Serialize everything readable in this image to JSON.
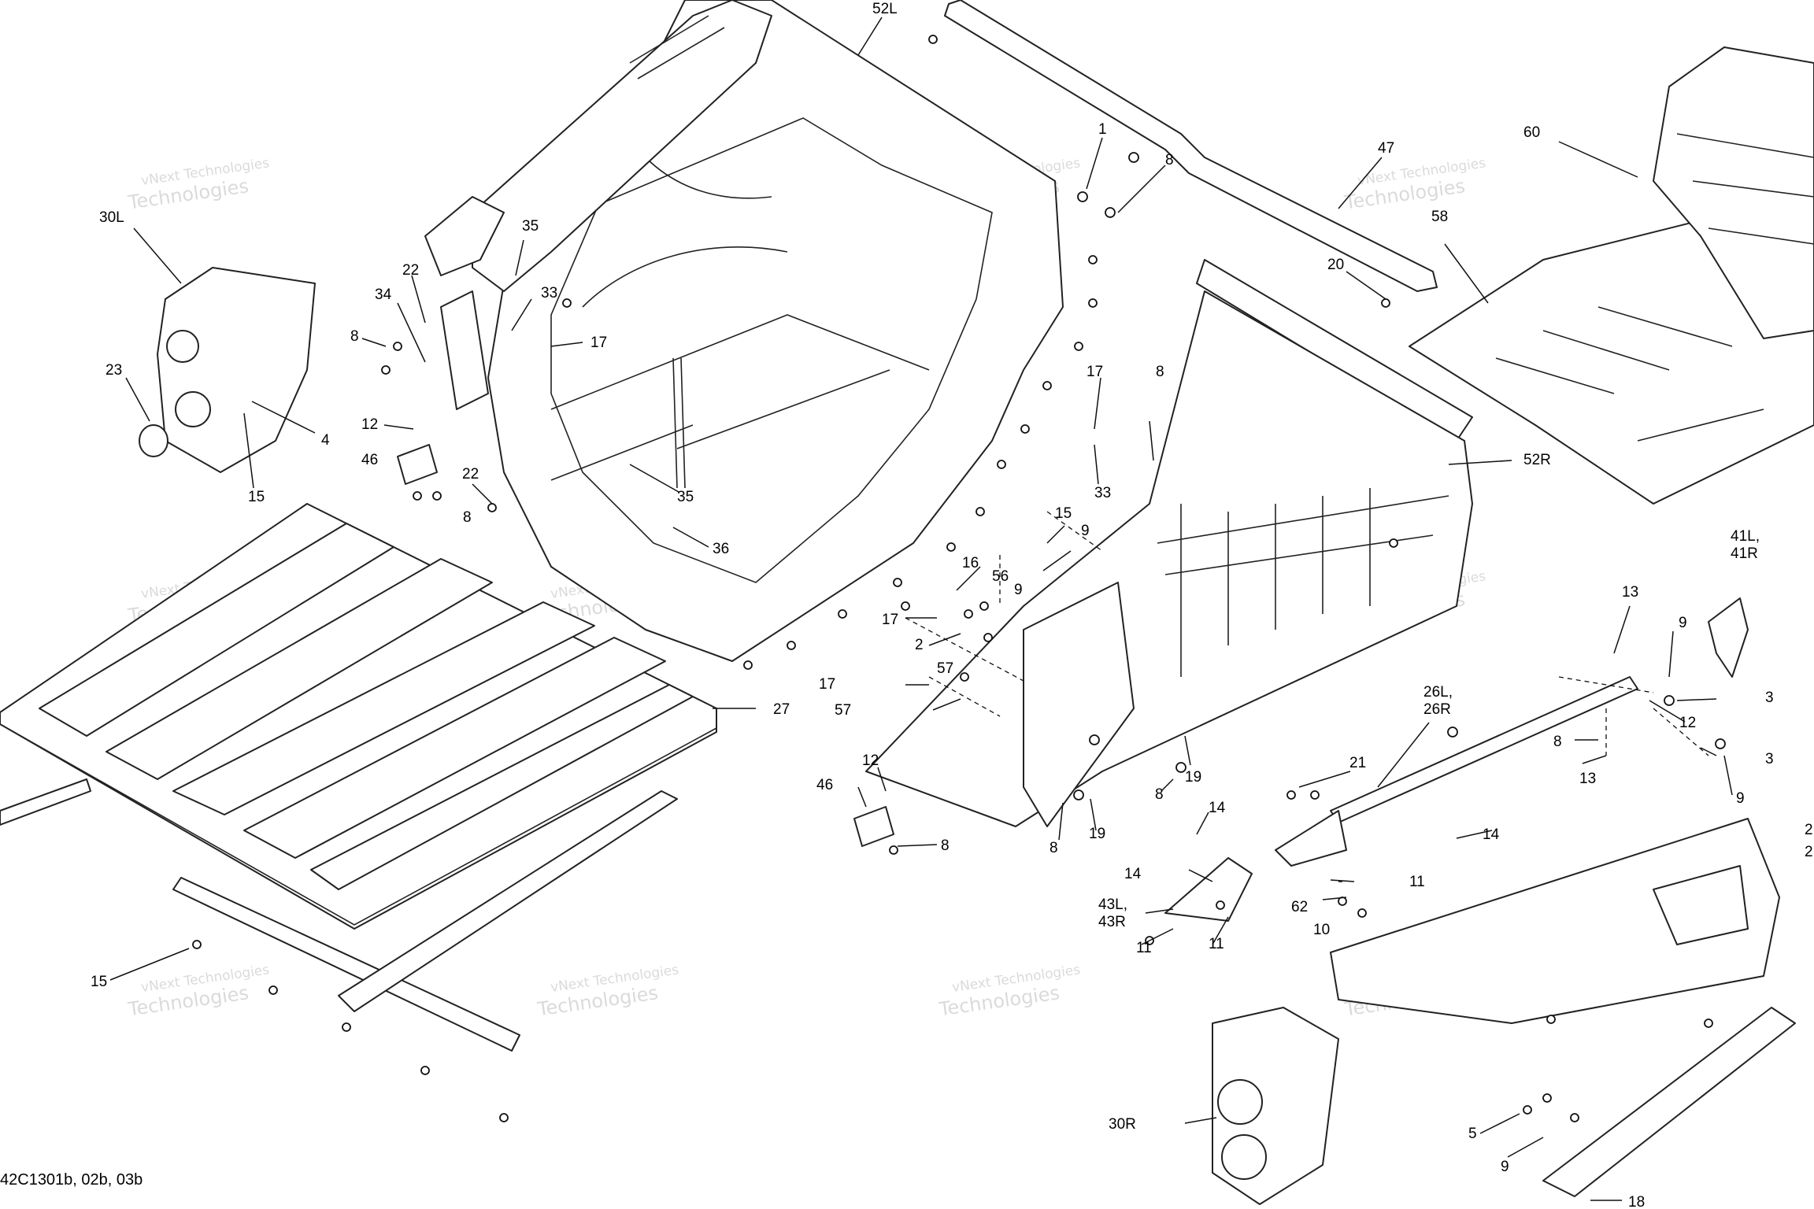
{
  "diagram": {
    "reference_code": "42C1301b, 02b, 03b",
    "watermark": {
      "line1": "vNext Technologies",
      "line2": "Technologies"
    },
    "callouts": [
      {
        "id": "c-52L",
        "text": "52L"
      },
      {
        "id": "c-1",
        "text": "1"
      },
      {
        "id": "c-8a",
        "text": "8"
      },
      {
        "id": "c-47",
        "text": "47"
      },
      {
        "id": "c-60",
        "text": "60"
      },
      {
        "id": "c-58",
        "text": "58"
      },
      {
        "id": "c-20",
        "text": "20"
      },
      {
        "id": "c-30L",
        "text": "30L"
      },
      {
        "id": "c-35a",
        "text": "35"
      },
      {
        "id": "c-22a",
        "text": "22"
      },
      {
        "id": "c-34",
        "text": "34"
      },
      {
        "id": "c-33a",
        "text": "33"
      },
      {
        "id": "c-17a",
        "text": "17"
      },
      {
        "id": "c-8b",
        "text": "8"
      },
      {
        "id": "c-23",
        "text": "23"
      },
      {
        "id": "c-4",
        "text": "4"
      },
      {
        "id": "c-15a",
        "text": "15"
      },
      {
        "id": "c-12a",
        "text": "12"
      },
      {
        "id": "c-46a",
        "text": "46"
      },
      {
        "id": "c-22b",
        "text": "22"
      },
      {
        "id": "c-8c",
        "text": "8"
      },
      {
        "id": "c-35b",
        "text": "35"
      },
      {
        "id": "c-36",
        "text": "36"
      },
      {
        "id": "c-17b",
        "text": "17"
      },
      {
        "id": "c-8d",
        "text": "8"
      },
      {
        "id": "c-33b",
        "text": "33"
      },
      {
        "id": "c-52R",
        "text": "52R"
      },
      {
        "id": "c-15b",
        "text": "15"
      },
      {
        "id": "c-9a",
        "text": "9"
      },
      {
        "id": "c-16",
        "text": "16"
      },
      {
        "id": "c-56",
        "text": "56"
      },
      {
        "id": "c-9b",
        "text": "9"
      },
      {
        "id": "c-17c",
        "text": "17"
      },
      {
        "id": "c-2",
        "text": "2"
      },
      {
        "id": "c-57a",
        "text": "57"
      },
      {
        "id": "c-17d",
        "text": "17"
      },
      {
        "id": "c-57b",
        "text": "57"
      },
      {
        "id": "c-27",
        "text": "27"
      },
      {
        "id": "c-41",
        "text": "41L,\n41R"
      },
      {
        "id": "c-13a",
        "text": "13"
      },
      {
        "id": "c-9c",
        "text": "9"
      },
      {
        "id": "c-3a",
        "text": "3"
      },
      {
        "id": "c-26",
        "text": "26L,\n26R"
      },
      {
        "id": "c-12b",
        "text": "12"
      },
      {
        "id": "c-8e",
        "text": "8"
      },
      {
        "id": "c-3b",
        "text": "3"
      },
      {
        "id": "c-13b",
        "text": "13"
      },
      {
        "id": "c-9d",
        "text": "9"
      },
      {
        "id": "c-21",
        "text": "21"
      },
      {
        "id": "c-19a",
        "text": "19"
      },
      {
        "id": "c-8f",
        "text": "8"
      },
      {
        "id": "c-12c",
        "text": "12"
      },
      {
        "id": "c-46b",
        "text": "46"
      },
      {
        "id": "c-8g",
        "text": "8"
      },
      {
        "id": "c-8h",
        "text": "8"
      },
      {
        "id": "c-19b",
        "text": "19"
      },
      {
        "id": "c-14a",
        "text": "14"
      },
      {
        "id": "c-14b",
        "text": "14"
      },
      {
        "id": "c-14c",
        "text": "14"
      },
      {
        "id": "c-11a",
        "text": "11"
      },
      {
        "id": "c-43",
        "text": "43L,\n43R"
      },
      {
        "id": "c-62",
        "text": "62"
      },
      {
        "id": "c-10",
        "text": "10"
      },
      {
        "id": "c-11b",
        "text": "11"
      },
      {
        "id": "c-11c",
        "text": "11"
      },
      {
        "id": "c-2x",
        "text": "2"
      },
      {
        "id": "c-2y",
        "text": "2"
      },
      {
        "id": "c-15c",
        "text": "15"
      },
      {
        "id": "c-30R",
        "text": "30R"
      },
      {
        "id": "c-5",
        "text": "5"
      },
      {
        "id": "c-9e",
        "text": "9"
      },
      {
        "id": "c-18",
        "text": "18"
      }
    ]
  }
}
